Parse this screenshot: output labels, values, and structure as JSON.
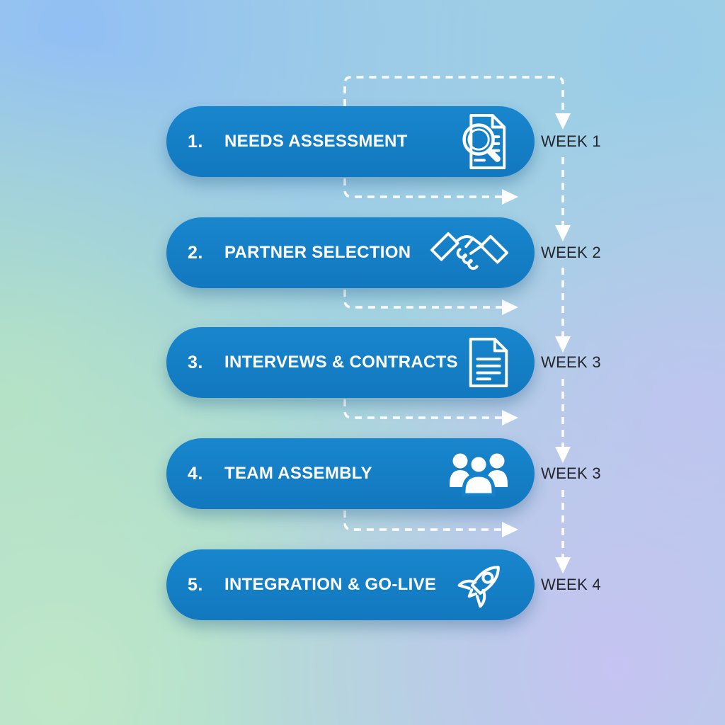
{
  "diagram": {
    "type": "process-timeline",
    "colors": {
      "pill_blue": "#1581c8",
      "pill_text": "#ffffff",
      "week_text": "#24262b",
      "connector": "#ffffff"
    },
    "steps": [
      {
        "number": "1.",
        "title": "NEEDS ASSESSMENT",
        "icon": "document-search-icon",
        "week_label": "WEEK 1"
      },
      {
        "number": "2.",
        "title": "PARTNER SELECTION",
        "icon": "handshake-icon",
        "week_label": "WEEK 2"
      },
      {
        "number": "3.",
        "title": "INTERVEWS & CONTRACTS",
        "icon": "contract-document-icon",
        "week_label": "WEEK 3"
      },
      {
        "number": "4.",
        "title": "TEAM ASSEMBLY",
        "icon": "team-icon",
        "week_label": "WEEK 3"
      },
      {
        "number": "5.",
        "title": "INTEGRATION & GO-LIVE",
        "icon": "rocket-icon",
        "week_label": "WEEK 4"
      }
    ]
  }
}
